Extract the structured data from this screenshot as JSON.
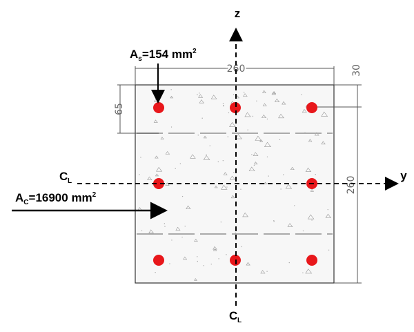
{
  "axes": {
    "z_label": "z",
    "y_label": "y",
    "centerline_main": "C",
    "centerline_sub": "L"
  },
  "labels": {
    "steel_area_main": "A",
    "steel_area_sub": "s",
    "steel_area_value": "=154 mm",
    "steel_area_exp": "2",
    "concrete_area_main": "A",
    "concrete_area_sub": "C",
    "concrete_area_value": "=16900 mm",
    "concrete_area_exp": "2"
  },
  "dimensions": {
    "width": "260",
    "height": "260",
    "cover_top": "30",
    "cover_left": "65"
  },
  "colors": {
    "rebar": "#e8171b",
    "concrete_fill": "#f7f7f7",
    "outline": "#333333",
    "dim_line": "#555555"
  }
}
